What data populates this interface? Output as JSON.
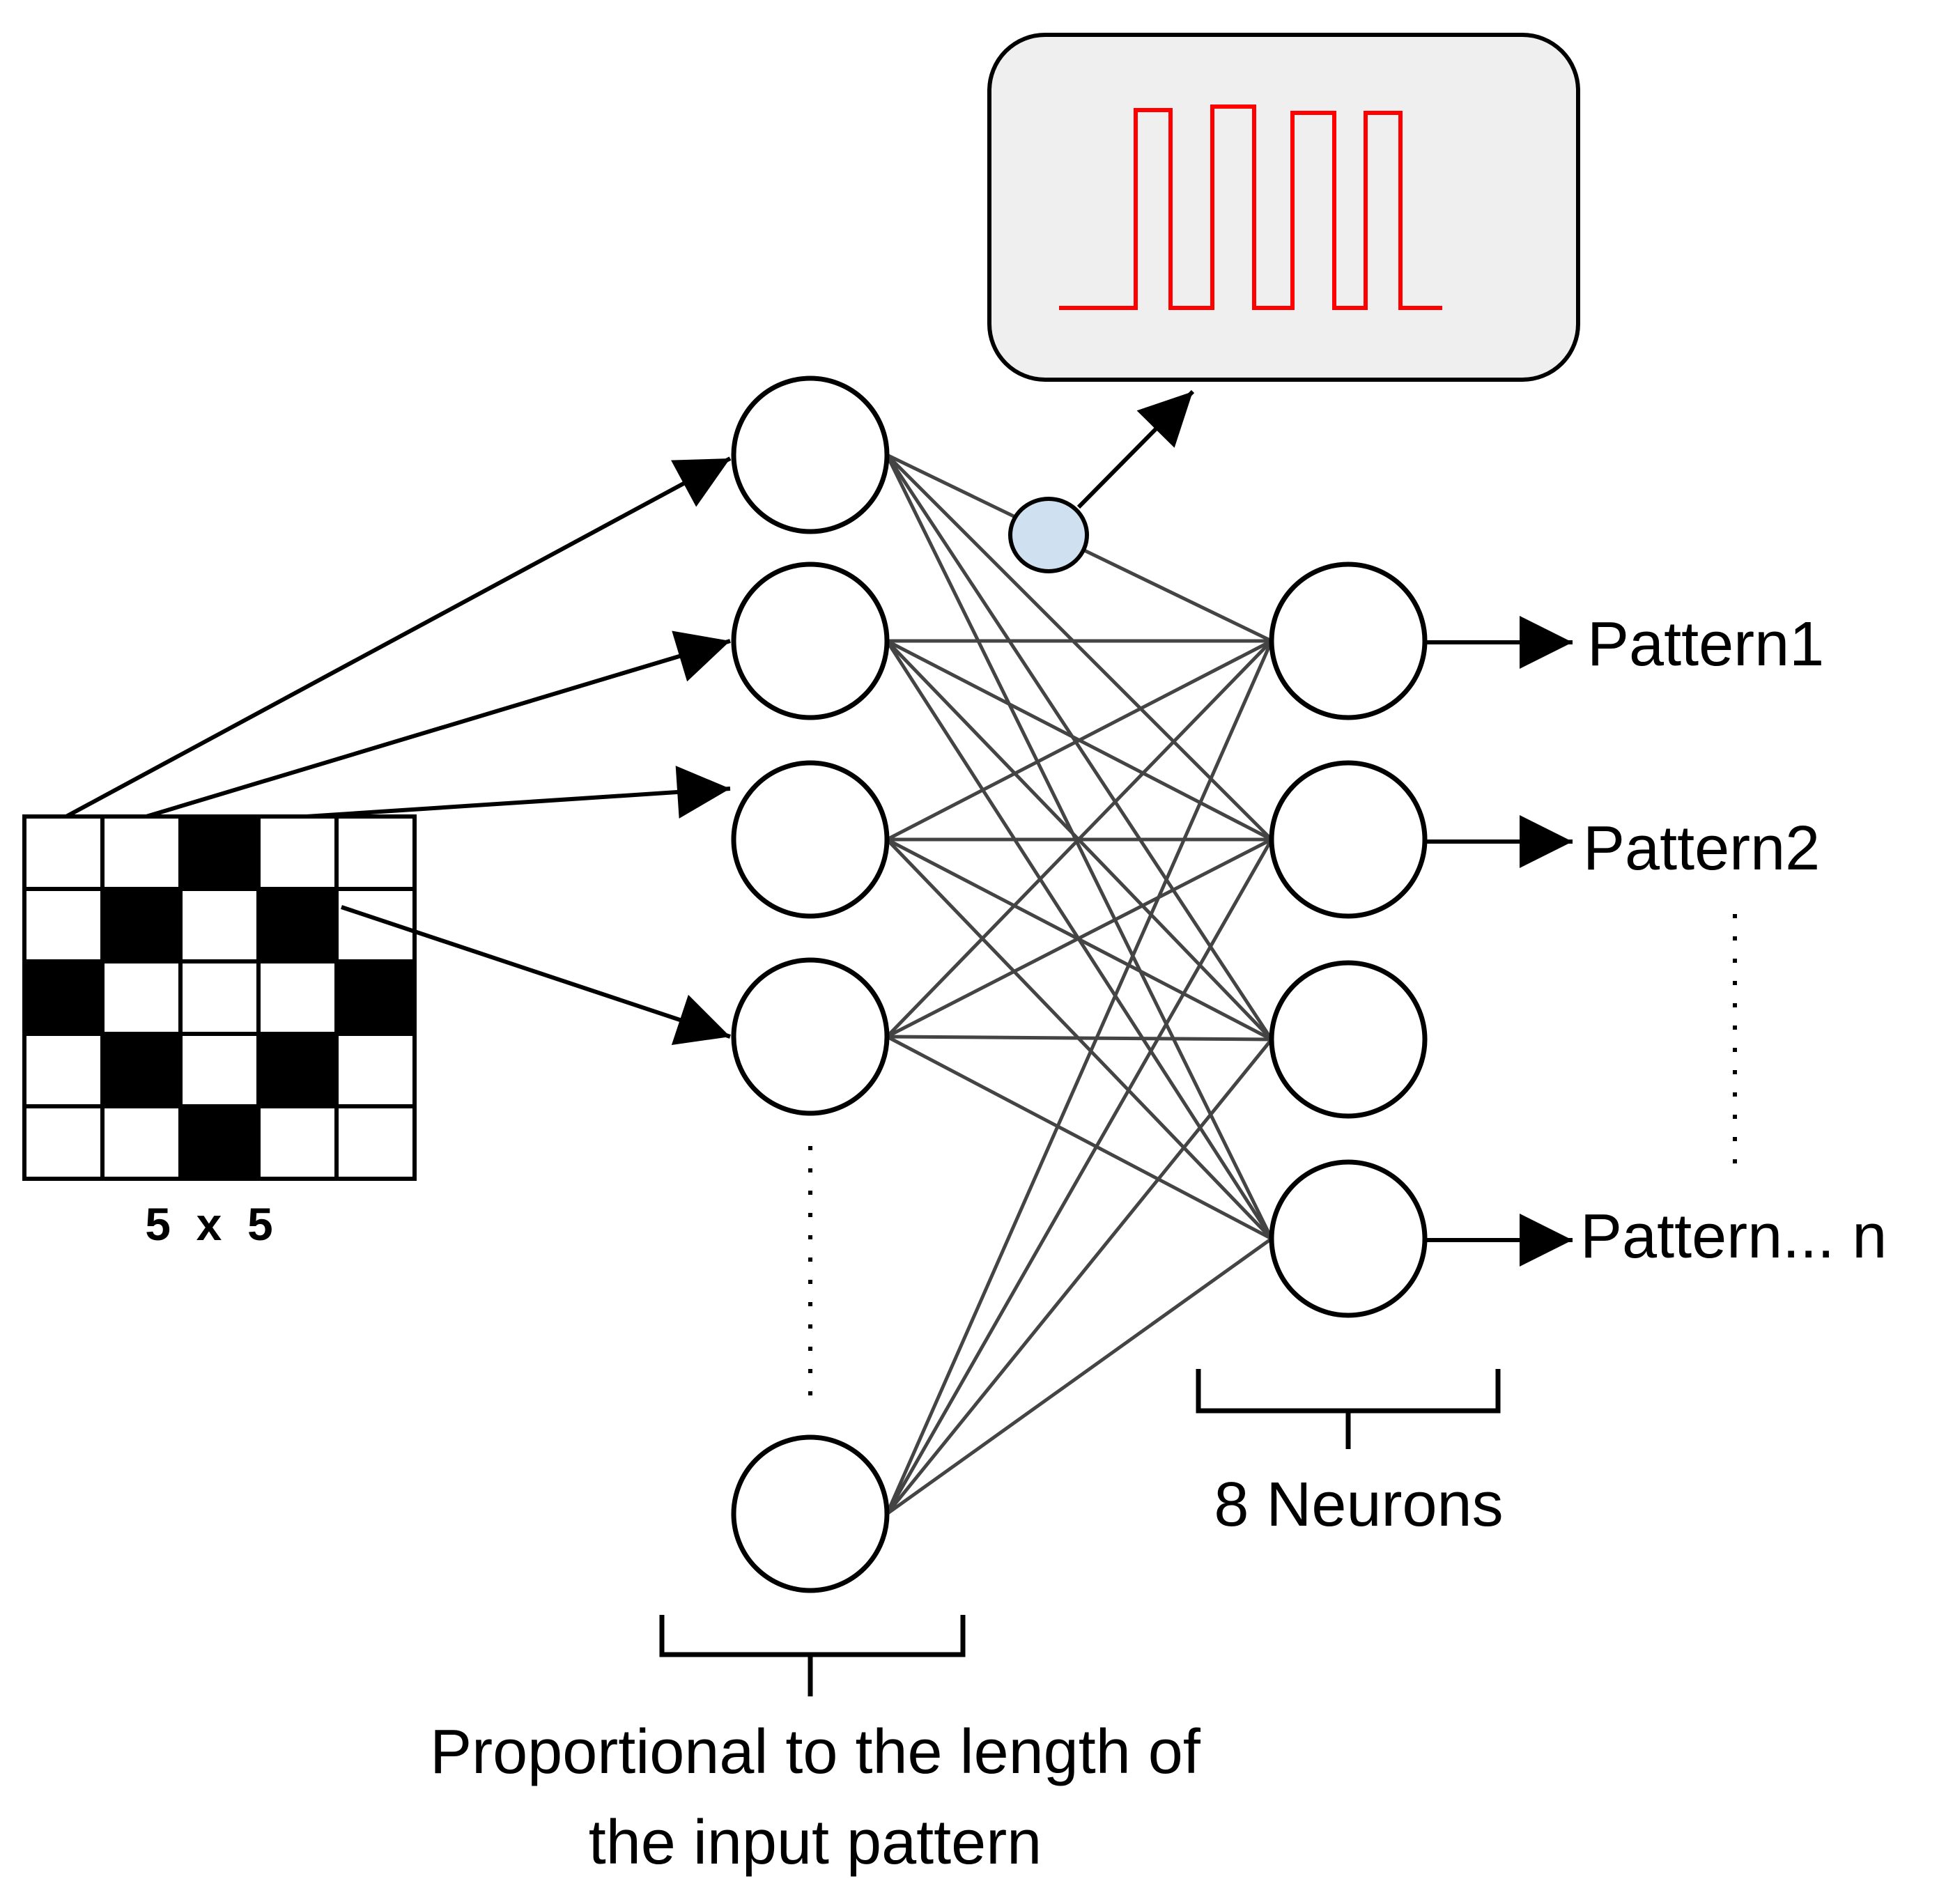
{
  "input": {
    "grid_rows": [
      [
        0,
        0,
        1,
        0,
        0
      ],
      [
        0,
        1,
        0,
        1,
        0
      ],
      [
        1,
        0,
        0,
        0,
        1
      ],
      [
        0,
        1,
        0,
        1,
        0
      ],
      [
        0,
        0,
        1,
        0,
        0
      ]
    ],
    "size_label": "5  x  5"
  },
  "hidden_layer": {
    "caption_line1": "Proportional to the length of",
    "caption_line2": "the input pattern"
  },
  "output_layer": {
    "caption": "8 Neurons",
    "outputs": [
      "Pattern1",
      "Pattern2",
      "",
      "Pattern... n"
    ]
  },
  "signal": {
    "waveform_color": "#ff0000",
    "panel_fill": "#efefef",
    "probe_fill": "#cfe0f1"
  }
}
